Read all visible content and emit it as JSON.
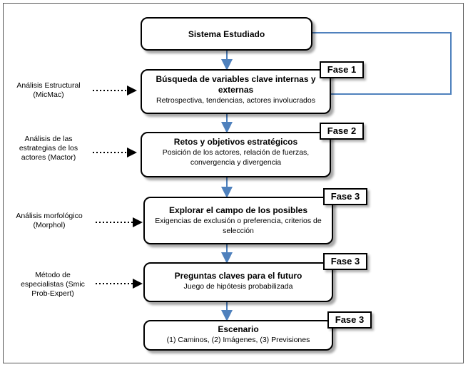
{
  "stages": [
    {
      "title": "Sistema Estudiado",
      "detail": ""
    },
    {
      "title": "Búsqueda de variables clave internas y externas",
      "detail": "Retrospectiva, tendencias, actores involucrados"
    },
    {
      "title": "Retos y objetivos estratégicos",
      "detail": "Posición de los actores, relación de fuerzas, convergencia y divergencia"
    },
    {
      "title": "Explorar el campo de los posibles",
      "detail": "Exigencias de exclusión o preferencia, criterios de selección"
    },
    {
      "title": "Preguntas claves para el futuro",
      "detail": "Juego de hipótesis probabilizada"
    },
    {
      "title": "Escenario",
      "detail": "(1) Caminos, (2) Imágenes, (3) Previsiones"
    }
  ],
  "phases": [
    "Fase 1",
    "Fase 2",
    "Fase 3",
    "Fase 3",
    "Fase 3"
  ],
  "methods": [
    "Análisis Estructural (MicMac)",
    "Análisis de las estrategias de los actores (Mactor)",
    "Análisis morfológico (Morphol)",
    "Método de especialistas (Smic Prob-Expert)"
  ],
  "colors": {
    "flow_arrow": "#4f81bd",
    "method_arrow": "#000000",
    "box_border": "#000000"
  }
}
